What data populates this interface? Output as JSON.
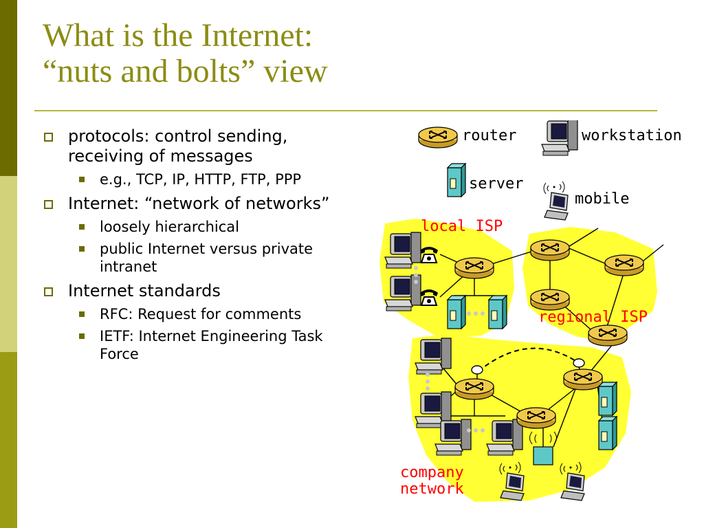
{
  "slide": {
    "title_line1": "What is the Internet:",
    "title_line2": "“nuts and bolts” view"
  },
  "bullets": [
    {
      "text": "protocols: control sending, receiving of messages",
      "sub": [
        "e.g., TCP, IP, HTTP, FTP, PPP"
      ]
    },
    {
      "text": "Internet: “network of networks”",
      "sub": [
        "loosely hierarchical",
        "public Internet versus private intranet"
      ]
    },
    {
      "text": "Internet standards",
      "sub": [
        "RFC: Request for comments",
        "IETF: Internet Engineering Task Force"
      ]
    }
  ],
  "diagram": {
    "legend": {
      "router": "router",
      "workstation": "workstation",
      "server": "server",
      "mobile": "mobile"
    },
    "labels": {
      "local_isp": "local ISP",
      "regional_isp": "regional ISP",
      "company_line1": "company",
      "company_line2": "network"
    },
    "colors": {
      "background": "#ffffff",
      "sidebar_dark": "#6b6b00",
      "sidebar_light": "#d2d27a",
      "sidebar_mid": "#9c9c14",
      "title": "#8c8c14",
      "network_region": "#ffff33",
      "router": "#f0c94a",
      "server": "#5ec8c8",
      "red_label": "#ff0000"
    },
    "icons": [
      "router-icon",
      "workstation-icon",
      "server-icon",
      "mobile-icon",
      "telephone-icon",
      "satellite-dish-icon"
    ]
  }
}
